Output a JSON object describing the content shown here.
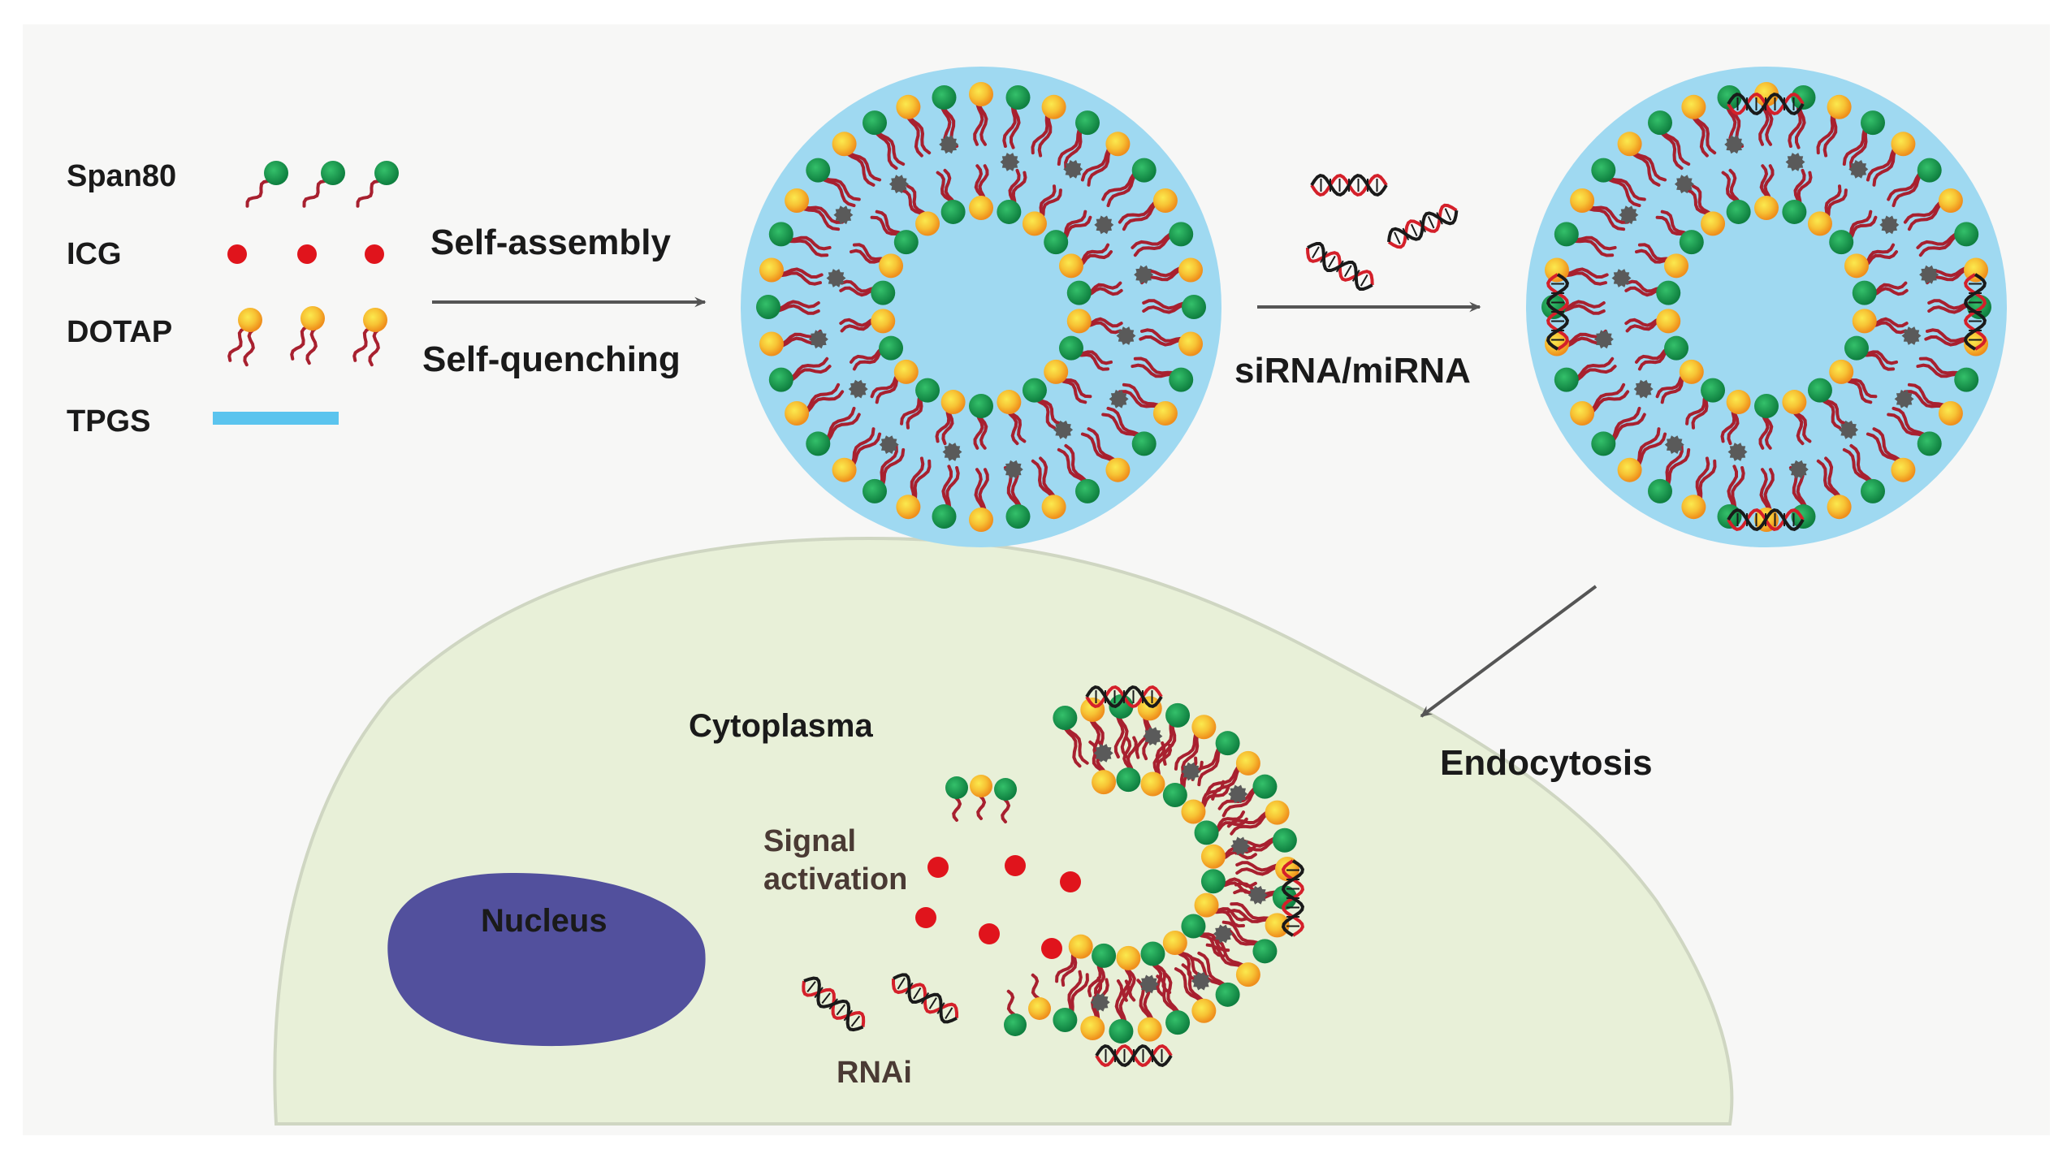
{
  "legend": {
    "span80": "Span80",
    "icg": "ICG",
    "dotap": "DOTAP",
    "tpgs": "TPGS"
  },
  "steps": {
    "self_assembly": "Self-assembly",
    "self_quenching": "Self-quenching",
    "sirna_mirna": "siRNA/miRNA",
    "endocytosis": "Endocytosis"
  },
  "cell": {
    "cytoplasma": "Cytoplasma",
    "nucleus": "Nucleus",
    "signal_line1": "Signal",
    "signal_line2": "activation",
    "rnai": "RNAi"
  },
  "colors": {
    "span80_head": "#1a9a4c",
    "dotap_head": "#f5a623",
    "dotap_head_center": "#f7e34a",
    "tail": "#a8202f",
    "icg": "#e0141c",
    "icg_quenched": "#5a5a5a",
    "tpgs": "#5bc4ee",
    "vesicle_halo": "#9fd9f1",
    "cell_fill": "#e8f0d8",
    "cell_stroke": "#cfd6c2",
    "nucleus": "#52509d",
    "arrow": "#555555",
    "rna_red": "#d4202a",
    "rna_black": "#1a1a1a"
  }
}
